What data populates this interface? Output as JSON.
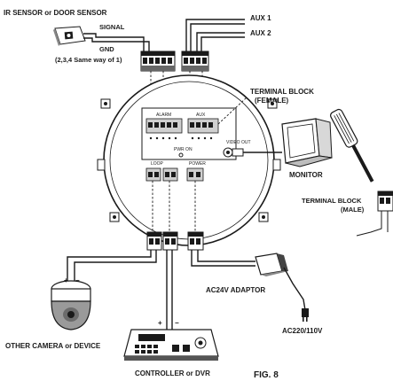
{
  "labels": {
    "ir_sensor": "IR SENSOR or DOOR SENSOR",
    "signal": "SIGNAL",
    "gnd": "GND",
    "same_way": "(2,3,4 Same way of 1)",
    "aux1": "AUX 1",
    "aux2": "AUX 2",
    "terminal_female_1": "TERMINAL BLOCK",
    "terminal_female_2": "(FEMALE)",
    "monitor": "MONITOR",
    "terminal_male_1": "TERMINAL BLOCK",
    "terminal_male_2": "(MALE)",
    "ac24v_adaptor": "AC24V ADAPTOR",
    "ac220": "AC220/110V",
    "other_camera": "OTHER CAMERA or DEVICE",
    "controller": "CONTROLLER or DVR",
    "fig": "FIG. 8",
    "alarm": "ALARM",
    "aux": "AUX",
    "pwr_on": "PWR ON",
    "loop": "LOOP",
    "power": "POWER",
    "video_out": "VIDEO OUT",
    "plus": "+",
    "minus": "−"
  },
  "icons": {
    "sensor": "sensor-icon",
    "monitor": "monitor-icon",
    "screwdriver": "screwdriver-icon",
    "adaptor": "adaptor-icon",
    "plug": "power-plug-icon",
    "dome_camera": "dome-camera-icon",
    "controller": "controller-keyboard-icon"
  },
  "colors": {
    "ink": "#1a1a1a",
    "background": "#ffffff"
  }
}
